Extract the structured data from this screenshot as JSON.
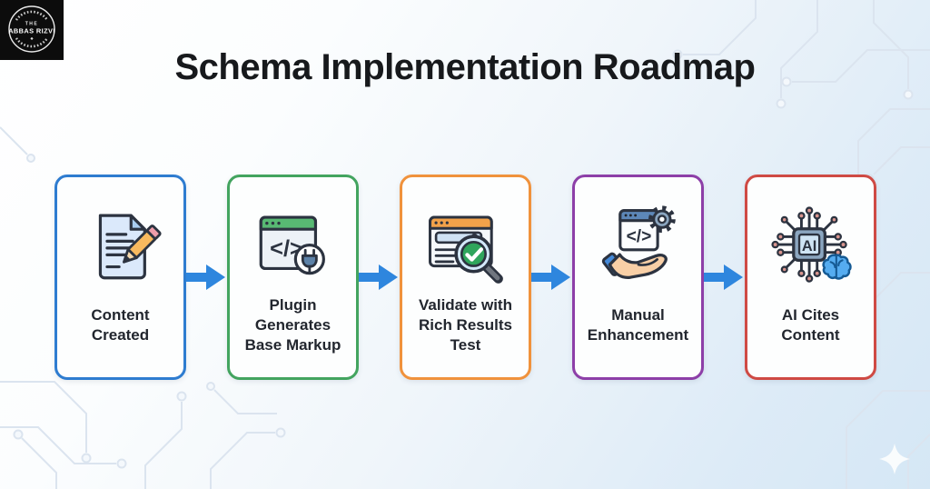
{
  "page": {
    "title_text": "Schema Implementation Roadmap"
  },
  "brand": {
    "word_top": "THE",
    "name": "ABBAS RIZVI"
  },
  "colors": {
    "title": "#17191c",
    "label": "#22262e",
    "arrow": "#2e86de",
    "card_bg": "#fdfefe",
    "circuit": "#dbe4ef",
    "logo_bg": "#0c0c0c",
    "border_blue": "#2e7cd0",
    "border_green": "#43a45f",
    "border_orange": "#f0923c",
    "border_purple": "#8d3fa8",
    "border_red": "#cf4a44"
  },
  "icons": {
    "code_glyph": "</>",
    "ai_label": "AI"
  },
  "steps": [
    {
      "name": "content-created",
      "icon": "document-pencil-icon",
      "border_color": "#2e7cd0",
      "lines": [
        "Content",
        "Created"
      ]
    },
    {
      "name": "plugin-generates-base-markup",
      "icon": "code-plugin-icon",
      "border_color": "#43a45f",
      "lines": [
        "Plugin",
        "Generates",
        "Base Markup"
      ]
    },
    {
      "name": "validate-with-rich-results-test",
      "icon": "browser-check-magnifier-icon",
      "border_color": "#f0923c",
      "lines": [
        "Validate with",
        "Rich Results",
        "Test"
      ]
    },
    {
      "name": "manual-enhancement",
      "icon": "hand-code-gear-icon",
      "border_color": "#8d3fa8",
      "lines": [
        "Manual",
        "Enhancement"
      ]
    },
    {
      "name": "ai-cites-content",
      "icon": "ai-chip-brain-icon",
      "border_color": "#cf4a44",
      "lines": [
        "AI Cites",
        "Content"
      ]
    }
  ]
}
